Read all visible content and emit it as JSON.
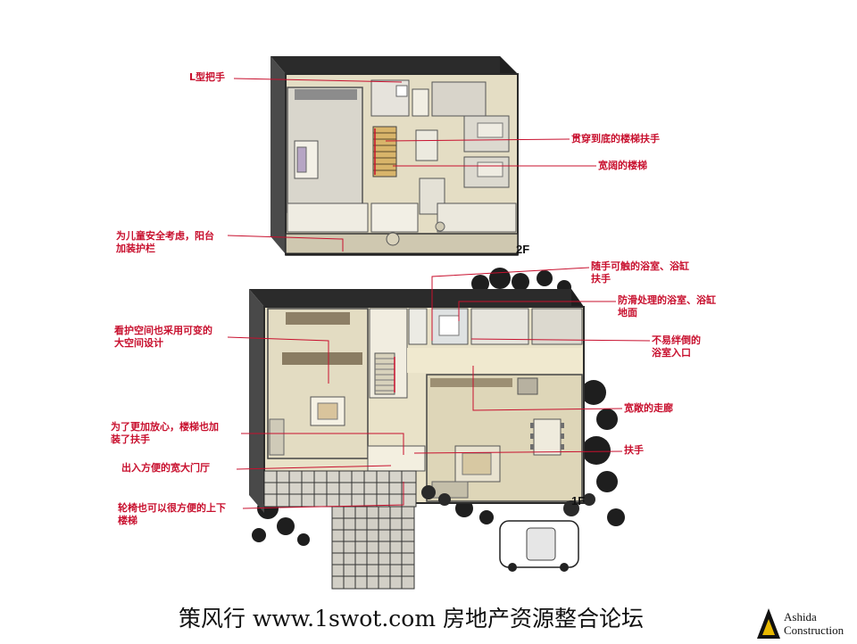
{
  "floors": {
    "upper": "2F",
    "lower": "1F"
  },
  "callouts": {
    "l_handle": "L型把手",
    "stair_rail_through": "贯穿到底的楼梯扶手",
    "wide_stairs": "宽阔的楼梯",
    "balcony_rail_1": "为儿童安全考虑，阳台",
    "balcony_rail_2": "加装护栏",
    "bath_handrail_1": "随手可触的浴室、浴缸",
    "bath_handrail_2": "扶手",
    "antislip_1": "防滑处理的浴室、浴缸",
    "antislip_2": "地面",
    "care_space_1": "看护空间也采用可变的",
    "care_space_2": "大空间设计",
    "trip_free_1": "不易绊倒的",
    "trip_free_2": "浴室入口",
    "wide_corridor": "宽敞的走廊",
    "stair_handrail_1": "为了更加放心，楼梯也加",
    "stair_handrail_2": "装了扶手",
    "handrail": "扶手",
    "entrance": "出入方便的宽大门厅",
    "wheelchair_1": "轮椅也可以很方便的上下",
    "wheelchair_2": "楼梯"
  },
  "footer": {
    "text": "策风行 www.1swot.com 房地产资源整合论坛"
  },
  "logo": {
    "line1": "Ashida",
    "line2": "Construction"
  },
  "colors": {
    "callout": "#c8102e",
    "wall": "#3a3a3a",
    "floor": "#e9e2c8"
  }
}
